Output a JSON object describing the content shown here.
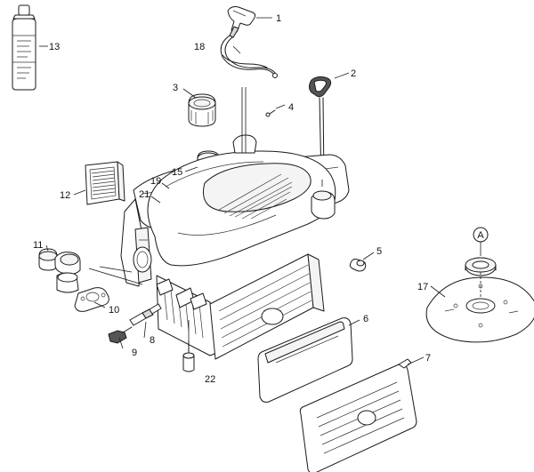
{
  "callouts": {
    "p1": "1",
    "p2": "2",
    "p3": "3",
    "p4": "4",
    "p5": "5",
    "p6": "6",
    "p7": "7",
    "p8": "8",
    "p9": "9",
    "p10": "10",
    "p11": "11",
    "p12": "12",
    "p13": "13",
    "p15": "15",
    "p17": "17",
    "p18": "18",
    "p19": "19",
    "p21": "21",
    "p22": "22",
    "detail_ref": "A"
  }
}
